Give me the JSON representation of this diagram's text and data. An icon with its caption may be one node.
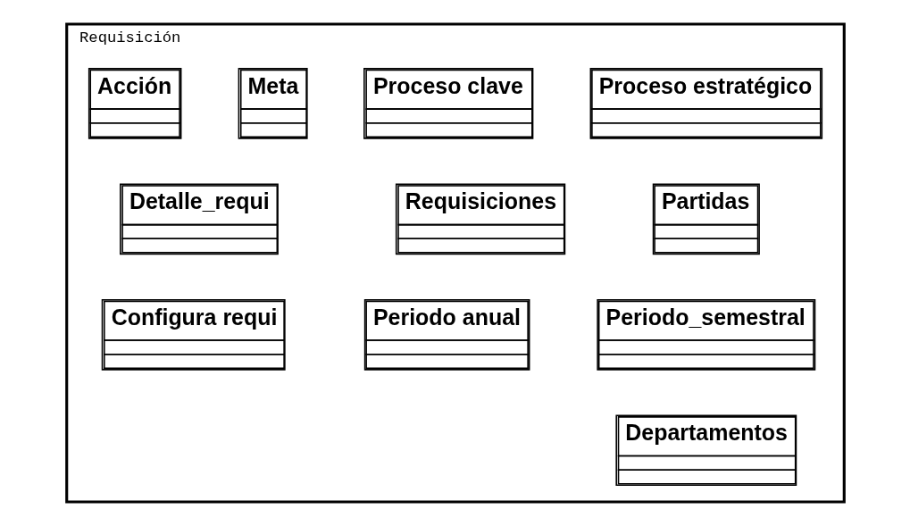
{
  "diagram": {
    "nodes": [
      {
        "text": [
          "Requisición"
        ]
      },
      {
        "text": [
          "Proceso estratégico"
        ],
        "in": 0
      },
      {
        "text": [
          "Proceso clave"
        ],
        "in": 0
      },
      {
        "text": [
          "Meta"
        ],
        "in": 0
      },
      {
        "text": [
          "Acción"
        ],
        "in": 0
      },
      {
        "text": [
          "Partidas"
        ],
        "in": 0
      },
      {
        "text": [
          "Requisiciones"
        ],
        "in": 0
      },
      {
        "text": [
          "Detalle_requi"
        ],
        "in": 0
      },
      {
        "text": [
          "Periodo_semestral"
        ],
        "in": 0
      },
      {
        "text": [
          "Periodo anual"
        ],
        "in": 0
      },
      {
        "text": [
          "Configura requi"
        ],
        "in": 0
      },
      {
        "text": [
          "Departamentos"
        ],
        "in": 0
      }
    ],
    "edges": []
  }
}
